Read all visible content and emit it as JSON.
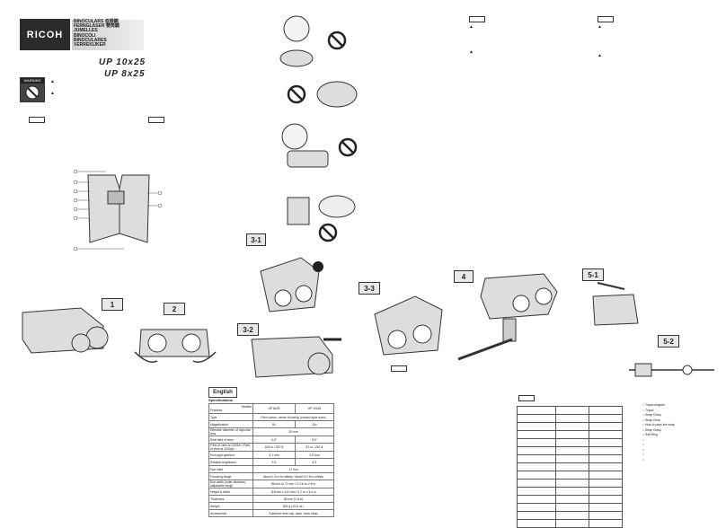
{
  "header": {
    "brand": "RICOH",
    "languages": [
      "BINOCULARS 双眼鏡",
      "FERNGLÄSER 雙筒鏡",
      "JUMELLES",
      "BINOCOLI",
      "BINOCULARES",
      "VERREKIJKER"
    ],
    "model_1": "UP 10x25",
    "model_2": "UP 8x25",
    "warning_label": "WARNING"
  },
  "steps": {
    "s1": "1",
    "s2": "2",
    "s3_1": "3-1",
    "s3_2": "3-2",
    "s3_3": "3-3",
    "s4": "4",
    "s5_1": "5-1",
    "s5_2": "5-2"
  },
  "spec": {
    "heading": "English",
    "title": "Specifications",
    "col_models": "Models",
    "col_features": "Features",
    "col_a": "UP 8x25",
    "col_b": "UP 10x25",
    "rows": [
      [
        "Type",
        "Porro prism, center focusing (contact-type eyes)",
        ""
      ],
      [
        "Magnification",
        "8x",
        "10x"
      ],
      [
        "Effective diameter of objective lens",
        "25 mm",
        ""
      ],
      [
        "Real field of view",
        "6.2°",
        "5.0°"
      ],
      [
        "Field of view at 1000m / Field of view at 1000yd",
        "108 m / 357 ft",
        "87 m / 267 ft"
      ],
      [
        "Exit pupil aperture",
        "3.1 mm",
        "2.5 mm"
      ],
      [
        "Relative brightness",
        "9.6",
        "6.3"
      ],
      [
        "Eye relief",
        "17 mm",
        ""
      ],
      [
        "Focusing range",
        "About 1.8 m to infinity / About 6.2 ft to infinity",
        ""
      ],
      [
        "Eye-width (outer distance) adjustable range",
        "56 mm to 72 mm / 2.2 in to 2.8 in",
        ""
      ],
      [
        "Height & width",
        "118 mm x 112 mm / 4.7 in x 4.4 in",
        ""
      ],
      [
        "Thickness",
        "38 mm (1.5 in)",
        ""
      ],
      [
        "Weight",
        "300 g (10.6 oz.)",
        ""
      ],
      [
        "Accessories",
        "Eyepiece lens cap, case, neck strap",
        ""
      ]
    ]
  },
  "parts_list": [
    "Tripod Adapter",
    "Tripod",
    "Strap Clasp",
    "Strap Hook",
    "How to pass the strap",
    "Strap Clasp",
    "Soft Ring"
  ]
}
